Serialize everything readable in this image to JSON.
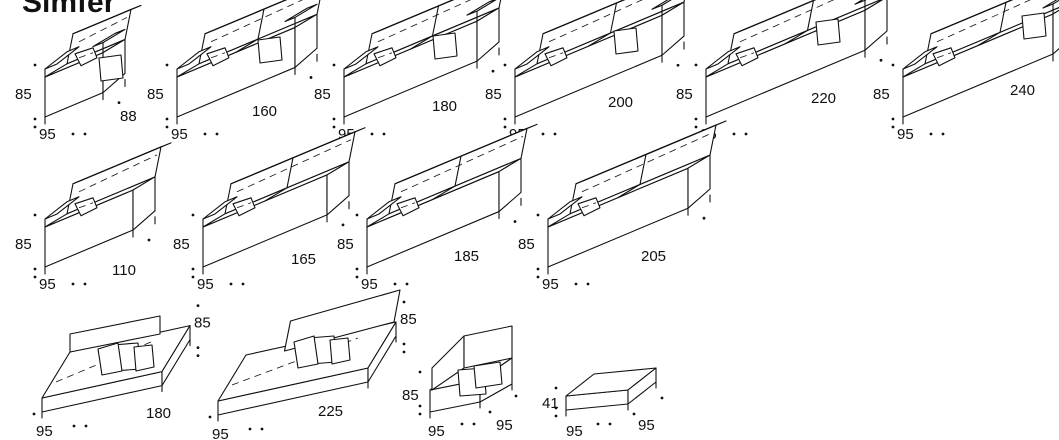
{
  "title": "Simfer",
  "sofas": [
    {
      "id": "sofa-1",
      "height": "85",
      "depth": "95",
      "width": "88"
    },
    {
      "id": "sofa-2",
      "height": "85",
      "depth": "95",
      "width": "160"
    },
    {
      "id": "sofa-3",
      "height": "85",
      "depth": "95",
      "width": "180"
    },
    {
      "id": "sofa-4",
      "height": "85",
      "depth": "95",
      "width": "200"
    },
    {
      "id": "sofa-5",
      "height": "85",
      "depth": "95",
      "width": "220"
    },
    {
      "id": "sofa-6",
      "height": "85",
      "depth": "95",
      "width": "240"
    },
    {
      "id": "end-1",
      "height": "85",
      "depth": "95",
      "width": "110"
    },
    {
      "id": "end-2",
      "height": "85",
      "depth": "95",
      "width": "165"
    },
    {
      "id": "end-3",
      "height": "85",
      "depth": "95",
      "width": "185"
    },
    {
      "id": "end-4",
      "height": "85",
      "depth": "95",
      "width": "205"
    },
    {
      "id": "chaise-1",
      "height": "85",
      "depth": "95",
      "width": "180"
    },
    {
      "id": "chaise-2",
      "height": "85",
      "depth": "95",
      "width": "225"
    },
    {
      "id": "corner",
      "height": "85",
      "depth": "95",
      "width": "95"
    },
    {
      "id": "pouf",
      "height": "41",
      "depth": "95",
      "width": "95"
    }
  ]
}
